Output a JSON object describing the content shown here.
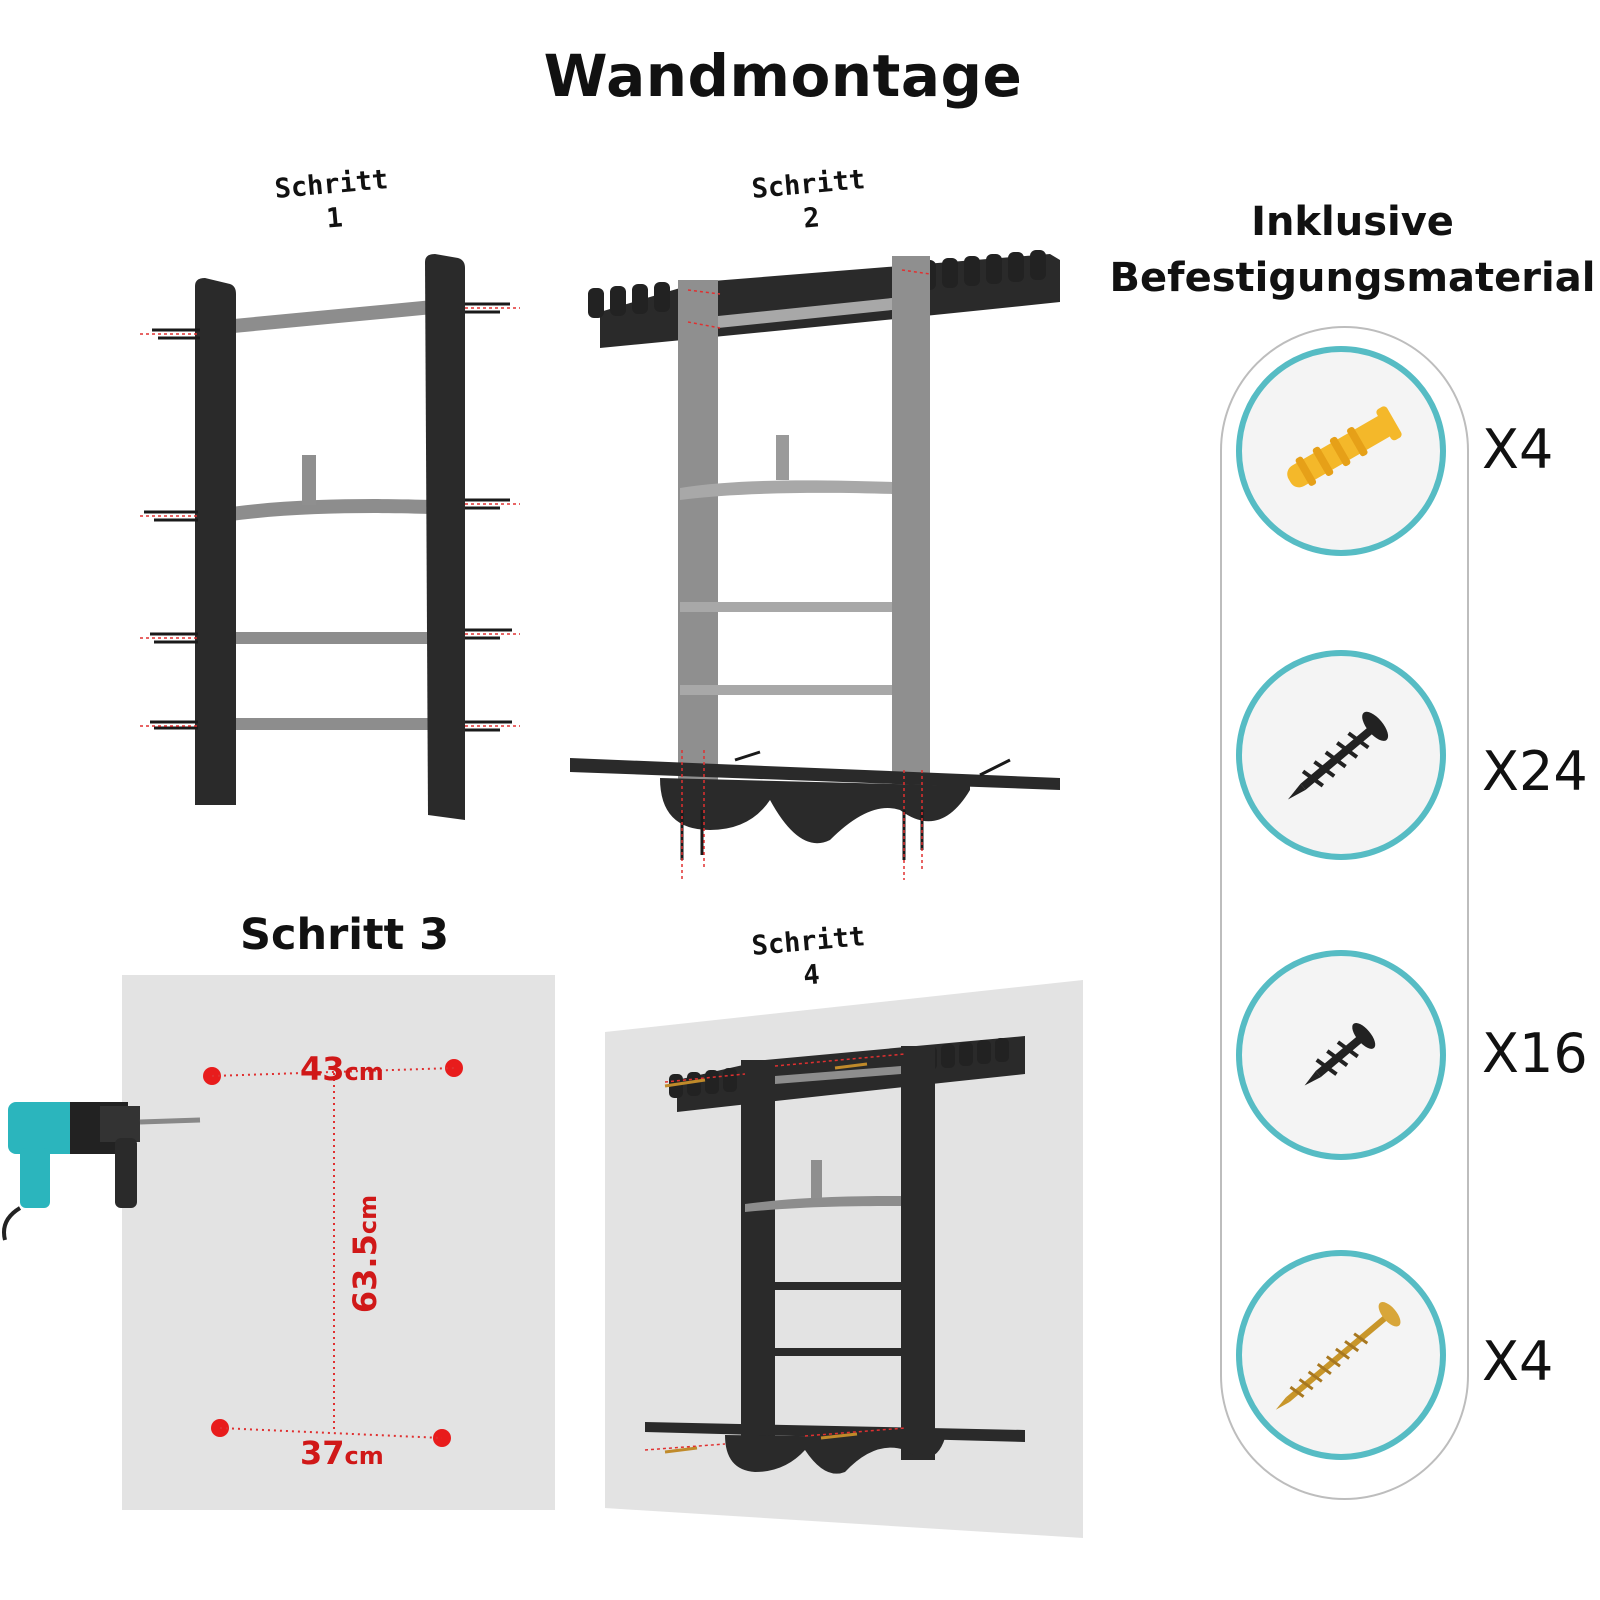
{
  "title": "Wandmontage",
  "steps": {
    "step1": {
      "word": "Schritt",
      "num": "1"
    },
    "step2": {
      "word": "Schritt",
      "num": "2"
    },
    "step3": {
      "label": "Schritt 3"
    },
    "step4": {
      "word": "Schritt",
      "num": "4"
    }
  },
  "dimensions": {
    "top": {
      "value": "43",
      "unit": "cm"
    },
    "vertical": {
      "value": "63.5",
      "unit": "cm"
    },
    "bottom": {
      "value": "37",
      "unit": "cm"
    }
  },
  "hardware": {
    "title_line1": "Inklusive",
    "title_line2": "Befestigungsmaterial",
    "items": [
      {
        "icon": "wall-anchor-icon",
        "qty": "X4"
      },
      {
        "icon": "black-screw-long-icon",
        "qty": "X24"
      },
      {
        "icon": "black-screw-short-icon",
        "qty": "X16"
      },
      {
        "icon": "gold-screw-icon",
        "qty": "X4"
      }
    ]
  },
  "colors": {
    "accent_teal": "#56bcc4",
    "dimension_red": "#d01818",
    "shelf_dark": "#2a2a2a",
    "wall_gray": "#e3e3e3"
  }
}
